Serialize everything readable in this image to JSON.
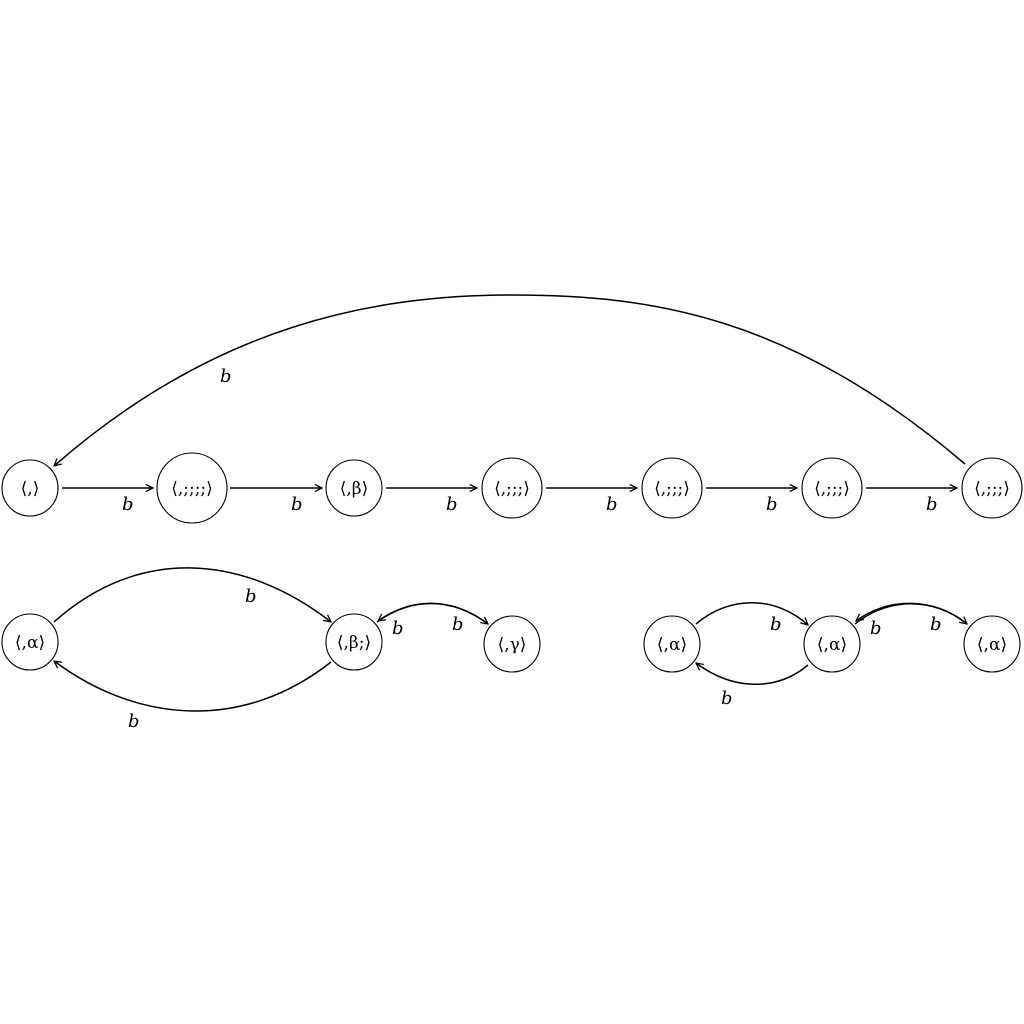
{
  "colors": {
    "stroke": "#000000",
    "background": "#ffffff"
  },
  "nodes": [
    {
      "id": "a1",
      "label": "⟨,⟩"
    },
    {
      "id": "a2",
      "label": "⟨,;;;;⟩"
    },
    {
      "id": "a3",
      "label": "⟨,β⟩"
    },
    {
      "id": "a4",
      "label": "⟨,;;;⟩"
    },
    {
      "id": "a5",
      "label": "⟨,;;;⟩"
    },
    {
      "id": "a6",
      "label": "⟨,;;;⟩"
    },
    {
      "id": "a7",
      "label": "⟨,;;;⟩"
    },
    {
      "id": "b1",
      "label": "⟨,α⟩"
    },
    {
      "id": "b2",
      "label": "⟨,β;⟩"
    },
    {
      "id": "b3",
      "label": "⟨,γ⟩"
    },
    {
      "id": "c1",
      "label": "⟨,α⟩"
    },
    {
      "id": "c2",
      "label": "⟨,α⟩"
    },
    {
      "id": "c3",
      "label": "⟨,α⟩"
    }
  ],
  "edges": [
    {
      "id": "e1",
      "from": "a1",
      "to": "a2",
      "label": "b"
    },
    {
      "id": "e2",
      "from": "a2",
      "to": "a3",
      "label": "b"
    },
    {
      "id": "e3",
      "from": "a3",
      "to": "a4",
      "label": "b"
    },
    {
      "id": "e4",
      "from": "a4",
      "to": "a5",
      "label": "b"
    },
    {
      "id": "e5",
      "from": "a5",
      "to": "a6",
      "label": "b"
    },
    {
      "id": "e6",
      "from": "a6",
      "to": "a7",
      "label": "b"
    },
    {
      "id": "e7",
      "from": "a7",
      "to": "a1",
      "label": "b"
    },
    {
      "id": "e8",
      "from": "b1",
      "to": "b2",
      "label": "b"
    },
    {
      "id": "e9",
      "from": "b2",
      "to": "b1",
      "label": "b"
    },
    {
      "id": "e10",
      "from": "b2",
      "to": "b3",
      "label": "b"
    },
    {
      "id": "e11",
      "from": "b3",
      "to": "b2",
      "label": "b"
    },
    {
      "id": "e12",
      "from": "c1",
      "to": "c2",
      "label": "b"
    },
    {
      "id": "e13",
      "from": "c2",
      "to": "c1",
      "label": "b"
    },
    {
      "id": "e14",
      "from": "c2",
      "to": "c3",
      "label": "b"
    },
    {
      "id": "e15",
      "from": "c3",
      "to": "c2",
      "label": "b"
    }
  ]
}
